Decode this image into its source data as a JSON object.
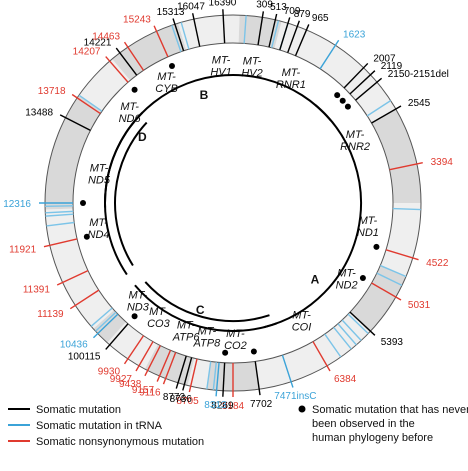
{
  "colors": {
    "somatic": "#000000",
    "trna": "#3ba3d8",
    "nonsyn": "#e03a2f",
    "ring_light": "#efefef",
    "ring_dark": "#d9d9d9",
    "trna_band": "#7cc4e8",
    "outline": "#555555"
  },
  "genes": [
    {
      "label": "MT-RNR1",
      "angle": 25,
      "rot": 0,
      "start": 15,
      "end": 60,
      "shade": "light"
    },
    {
      "label": "MT-RNR2",
      "angle": 63,
      "rot": 0,
      "start": 60,
      "end": 90,
      "shade": "dark"
    },
    {
      "label": "MT-ND1",
      "angle": 100,
      "rot": 0,
      "start": 90,
      "end": 113,
      "shade": "light"
    },
    {
      "label": "MT-ND2",
      "angle": 124,
      "rot": 0,
      "start": 113,
      "end": 133,
      "shade": "dark"
    },
    {
      "label": "MT-COI",
      "angle": 150,
      "rot": 0,
      "start": 133,
      "end": 172,
      "shade": "light"
    },
    {
      "label": "MT-CO2",
      "angle": 179,
      "rot": 0,
      "start": 172,
      "end": 188,
      "shade": "dark"
    },
    {
      "label": "MT-ATP8",
      "angle": 191,
      "rot": 0,
      "start": 188,
      "end": 194,
      "shade": "light"
    },
    {
      "label": "MT-ATP6",
      "angle": 200,
      "rot": 0,
      "start": 194,
      "end": 208,
      "shade": "dark"
    },
    {
      "label": "MT-CO3",
      "angle": 213,
      "rot": 0,
      "start": 208,
      "end": 222,
      "shade": "light"
    },
    {
      "label": "MT-ND3",
      "angle": 224,
      "rot": 0,
      "start": 222,
      "end": 228,
      "shade": "dark"
    },
    {
      "label": "MT-ND4",
      "angle": 259,
      "rot": 0,
      "start": 228,
      "end": 268,
      "shade": "light"
    },
    {
      "label": "MT-ND5",
      "angle": 282,
      "rot": 0,
      "start": 268,
      "end": 305,
      "shade": "dark"
    },
    {
      "label": "MT-ND6",
      "angle": 311,
      "rot": 0,
      "start": 305,
      "end": 320,
      "shade": "light"
    },
    {
      "label": "MT-CYB",
      "angle": 331,
      "rot": 0,
      "start": 320,
      "end": 343,
      "shade": "dark"
    },
    {
      "label": "MT-HV1",
      "angle": 355,
      "rot": 0,
      "start": 343,
      "end": 362,
      "shade": "light"
    },
    {
      "label": "MT-HV2",
      "angle": 8,
      "rot": 0,
      "start": 2,
      "end": 15,
      "shade": "dark"
    }
  ],
  "trna_bands": [
    {
      "angle": 344
    },
    {
      "angle": 4
    },
    {
      "angle": 14
    },
    {
      "angle": 17
    },
    {
      "angle": 57
    },
    {
      "angle": 92
    },
    {
      "angle": 113
    },
    {
      "angle": 116
    },
    {
      "angle": 134
    },
    {
      "angle": 137
    },
    {
      "angle": 139
    },
    {
      "angle": 141
    },
    {
      "angle": 145
    },
    {
      "angle": 186
    },
    {
      "angle": 188
    },
    {
      "angle": 227
    },
    {
      "angle": 229
    },
    {
      "angle": 263
    },
    {
      "angle": 266
    },
    {
      "angle": 267
    },
    {
      "angle": 269
    },
    {
      "angle": 305
    },
    {
      "angle": 341
    }
  ],
  "mutations": [
    {
      "label": "16047",
      "type": "somatic",
      "angle": 348,
      "dot": false
    },
    {
      "label": "16390",
      "type": "somatic",
      "angle": 357,
      "dot": false
    },
    {
      "label": "309",
      "type": "somatic",
      "angle": 9,
      "dot": false
    },
    {
      "label": "513",
      "type": "somatic",
      "angle": 13,
      "dot": false
    },
    {
      "label": "709",
      "type": "somatic",
      "angle": 17,
      "dot": false
    },
    {
      "label": "879",
      "type": "somatic",
      "angle": 20,
      "dot": false
    },
    {
      "label": "965",
      "type": "somatic",
      "angle": 23,
      "dot": false
    },
    {
      "label": "1623",
      "type": "trna",
      "angle": 33,
      "dot": false
    },
    {
      "label": "2007",
      "type": "somatic",
      "angle": 44,
      "dot": true
    },
    {
      "label": "2119",
      "type": "somatic",
      "angle": 47,
      "dot": true
    },
    {
      "label": "2150-2151del",
      "type": "somatic",
      "angle": 50,
      "dot": true
    },
    {
      "label": "2545",
      "type": "somatic",
      "angle": 60,
      "dot": false
    },
    {
      "label": "3394",
      "type": "nonsyn",
      "angle": 78,
      "dot": false
    },
    {
      "label": "4522",
      "type": "nonsyn",
      "angle": 107,
      "dot": true
    },
    {
      "label": "5031",
      "type": "nonsyn",
      "angle": 120,
      "dot": true
    },
    {
      "label": "5393",
      "type": "somatic",
      "angle": 133,
      "dot": false
    },
    {
      "label": "6384",
      "type": "nonsyn",
      "angle": 150,
      "dot": false
    },
    {
      "label": "7471insC",
      "type": "trna",
      "angle": 162,
      "dot": false
    },
    {
      "label": "7702",
      "type": "somatic",
      "angle": 172,
      "dot": true
    },
    {
      "label": "8184",
      "type": "nonsyn",
      "angle": 180,
      "dot": false
    },
    {
      "label": "8269",
      "type": "somatic",
      "angle": 183,
      "dot": true
    },
    {
      "label": "8313",
      "type": "trna",
      "angle": 185,
      "dot": false
    },
    {
      "label": "8705",
      "type": "nonsyn",
      "angle": 193,
      "dot": false
    },
    {
      "label": "8736",
      "type": "somatic",
      "angle": 195,
      "dot": false
    },
    {
      "label": "8772",
      "type": "somatic",
      "angle": 197,
      "dot": false
    },
    {
      "label": "9116",
      "type": "nonsyn",
      "angle": 201,
      "dot": false
    },
    {
      "label": "9157",
      "type": "nonsyn",
      "angle": 203,
      "dot": false
    },
    {
      "label": "9438",
      "type": "nonsyn",
      "angle": 207,
      "dot": false
    },
    {
      "label": "9927",
      "type": "nonsyn",
      "angle": 210,
      "dot": false
    },
    {
      "label": "9930",
      "type": "nonsyn",
      "angle": 214,
      "dot": false
    },
    {
      "label": "100115",
      "type": "somatic",
      "angle": 221,
      "dot": true
    },
    {
      "label": "10436",
      "type": "trna",
      "angle": 226,
      "dot": false
    },
    {
      "label": "11139",
      "type": "nonsyn",
      "angle": 237,
      "dot": false
    },
    {
      "label": "11391",
      "type": "nonsyn",
      "angle": 245,
      "dot": false
    },
    {
      "label": "11921",
      "type": "nonsyn",
      "angle": 257,
      "dot": true
    },
    {
      "label": "12316",
      "type": "trna",
      "angle": 270,
      "dot": true
    },
    {
      "label": "13488",
      "type": "somatic",
      "angle": 297,
      "dot": false
    },
    {
      "label": "13718",
      "type": "nonsyn",
      "angle": 304,
      "dot": false
    },
    {
      "label": "14207",
      "type": "nonsyn",
      "angle": 319,
      "dot": true
    },
    {
      "label": "14221",
      "type": "somatic",
      "angle": 323,
      "dot": false
    },
    {
      "label": "14463",
      "type": "nonsyn",
      "angle": 326,
      "dot": false
    },
    {
      "label": "15243",
      "type": "nonsyn",
      "angle": 336,
      "dot": true
    },
    {
      "label": "15313",
      "type": "somatic",
      "angle": 342,
      "dot": false
    }
  ],
  "inner_arcs": [
    {
      "label": "A",
      "start": 40,
      "end": 166,
      "label_angle": 133
    },
    {
      "label": "B",
      "start": 268,
      "end": 410,
      "label_angle": 345
    },
    {
      "label": "C",
      "start": 160,
      "end": 230,
      "label_angle": 197
    },
    {
      "label": "D",
      "start": 236,
      "end": 315,
      "label_angle": 306
    }
  ],
  "legend": {
    "somatic": "Somatic mutation",
    "trna": "Somatic mutation in tRNA",
    "nonsyn": "Somatic nonsynonymous mutation",
    "dot": "Somatic mutation that has never been observed in the human phylogeny before"
  }
}
